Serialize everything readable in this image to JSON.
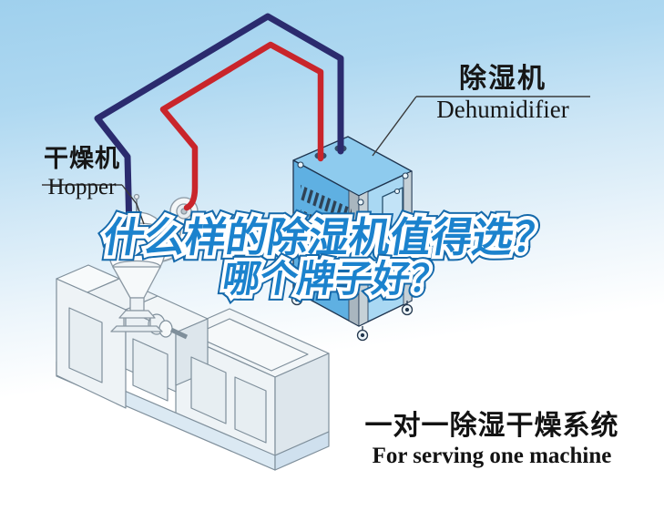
{
  "labels": {
    "dehumidifier": {
      "zh": "除湿机",
      "en": "Dehumidifier"
    },
    "hopper": {
      "zh": "干燥机",
      "en": "Hopper"
    }
  },
  "headline": {
    "line1": "什么样的除湿机值得选？",
    "line2": "哪个牌子好？",
    "fill_color": "#1b82cd",
    "inner_stroke_color": "#ffffff",
    "outer_stroke_color": "#1569ab"
  },
  "caption": {
    "zh": "一对一除湿干燥系统",
    "en": "For serving one machine"
  },
  "palette": {
    "sky_blue": "#9fd0ed",
    "pipe_supply_red": "#c9252b",
    "pipe_return_navy": "#2b2b6e",
    "dehumidifier_top": "#8ecbee",
    "dehumidifier_front": "#5fb0e2",
    "dehumidifier_side": "#a9d8f3",
    "dehumidifier_door": "#c2e3f7",
    "machine_body": "#eef3f6",
    "machine_skirt": "#dbe9f3",
    "callout_line": "#3a3a3a"
  },
  "illustration": {
    "items": [
      "dehumidifier-unit",
      "drying-hopper",
      "extruder-machine",
      "supply-air-pipe",
      "return-air-pipe"
    ]
  }
}
